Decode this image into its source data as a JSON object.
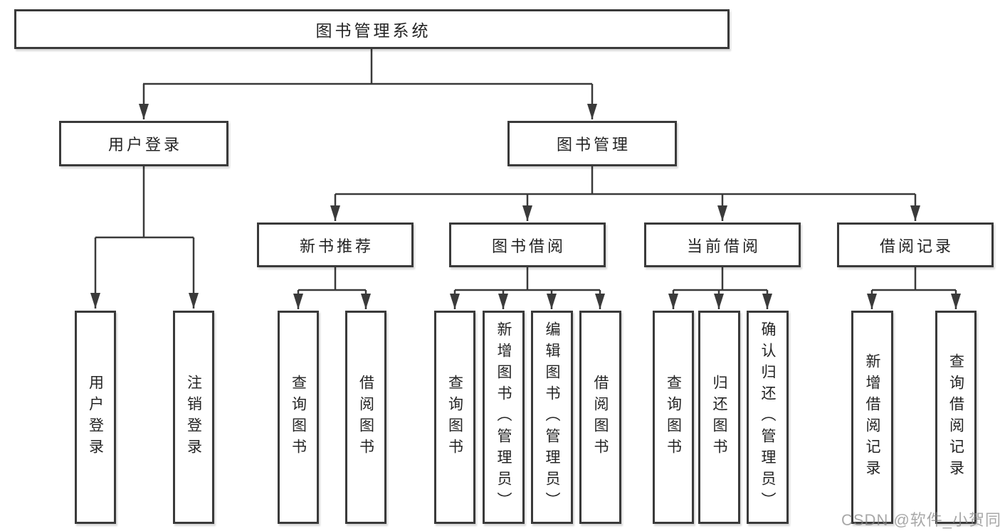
{
  "diagram": {
    "root": {
      "label": "图书管理系统"
    },
    "branches": [
      {
        "label": "用户登录",
        "children": [
          {
            "label": "用户登录"
          },
          {
            "label": "注销登录"
          }
        ]
      },
      {
        "label": "图书管理",
        "children": [
          {
            "label": "新书推荐",
            "children": [
              {
                "label": "查询图书"
              },
              {
                "label": "借阅图书"
              }
            ]
          },
          {
            "label": "图书借阅",
            "children": [
              {
                "label": "查询图书"
              },
              {
                "label": "新增图书（管理员）"
              },
              {
                "label": "编辑图书（管理员）"
              },
              {
                "label": "借阅图书"
              }
            ]
          },
          {
            "label": "当前借阅",
            "children": [
              {
                "label": "查询图书"
              },
              {
                "label": "归还图书"
              },
              {
                "label": "确认归还（管理员）"
              }
            ]
          },
          {
            "label": "借阅记录",
            "children": [
              {
                "label": "新增借阅记录"
              },
              {
                "label": "查询借阅记录"
              }
            ]
          }
        ]
      }
    ],
    "watermark": "CSDN @软件_小贺同学",
    "colors": {
      "background": "#ffffff",
      "box_border": "#3a3a3a",
      "connector_line": "#3a3a3a",
      "text": "#242424",
      "watermark": "#878787"
    }
  }
}
